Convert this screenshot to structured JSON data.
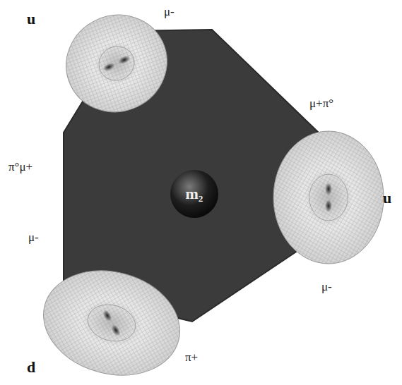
{
  "diagram": {
    "nodes": [
      {
        "text": [
          "u"
        ]
      },
      {
        "text": [
          "m₂"
        ]
      },
      {
        "text": [
          "u"
        ]
      },
      {
        "text": [
          "d"
        ]
      }
    ],
    "labels": [
      "μ-",
      "μ+π°",
      "π°μ+",
      "μ-",
      "μ-",
      "π+"
    ]
  }
}
